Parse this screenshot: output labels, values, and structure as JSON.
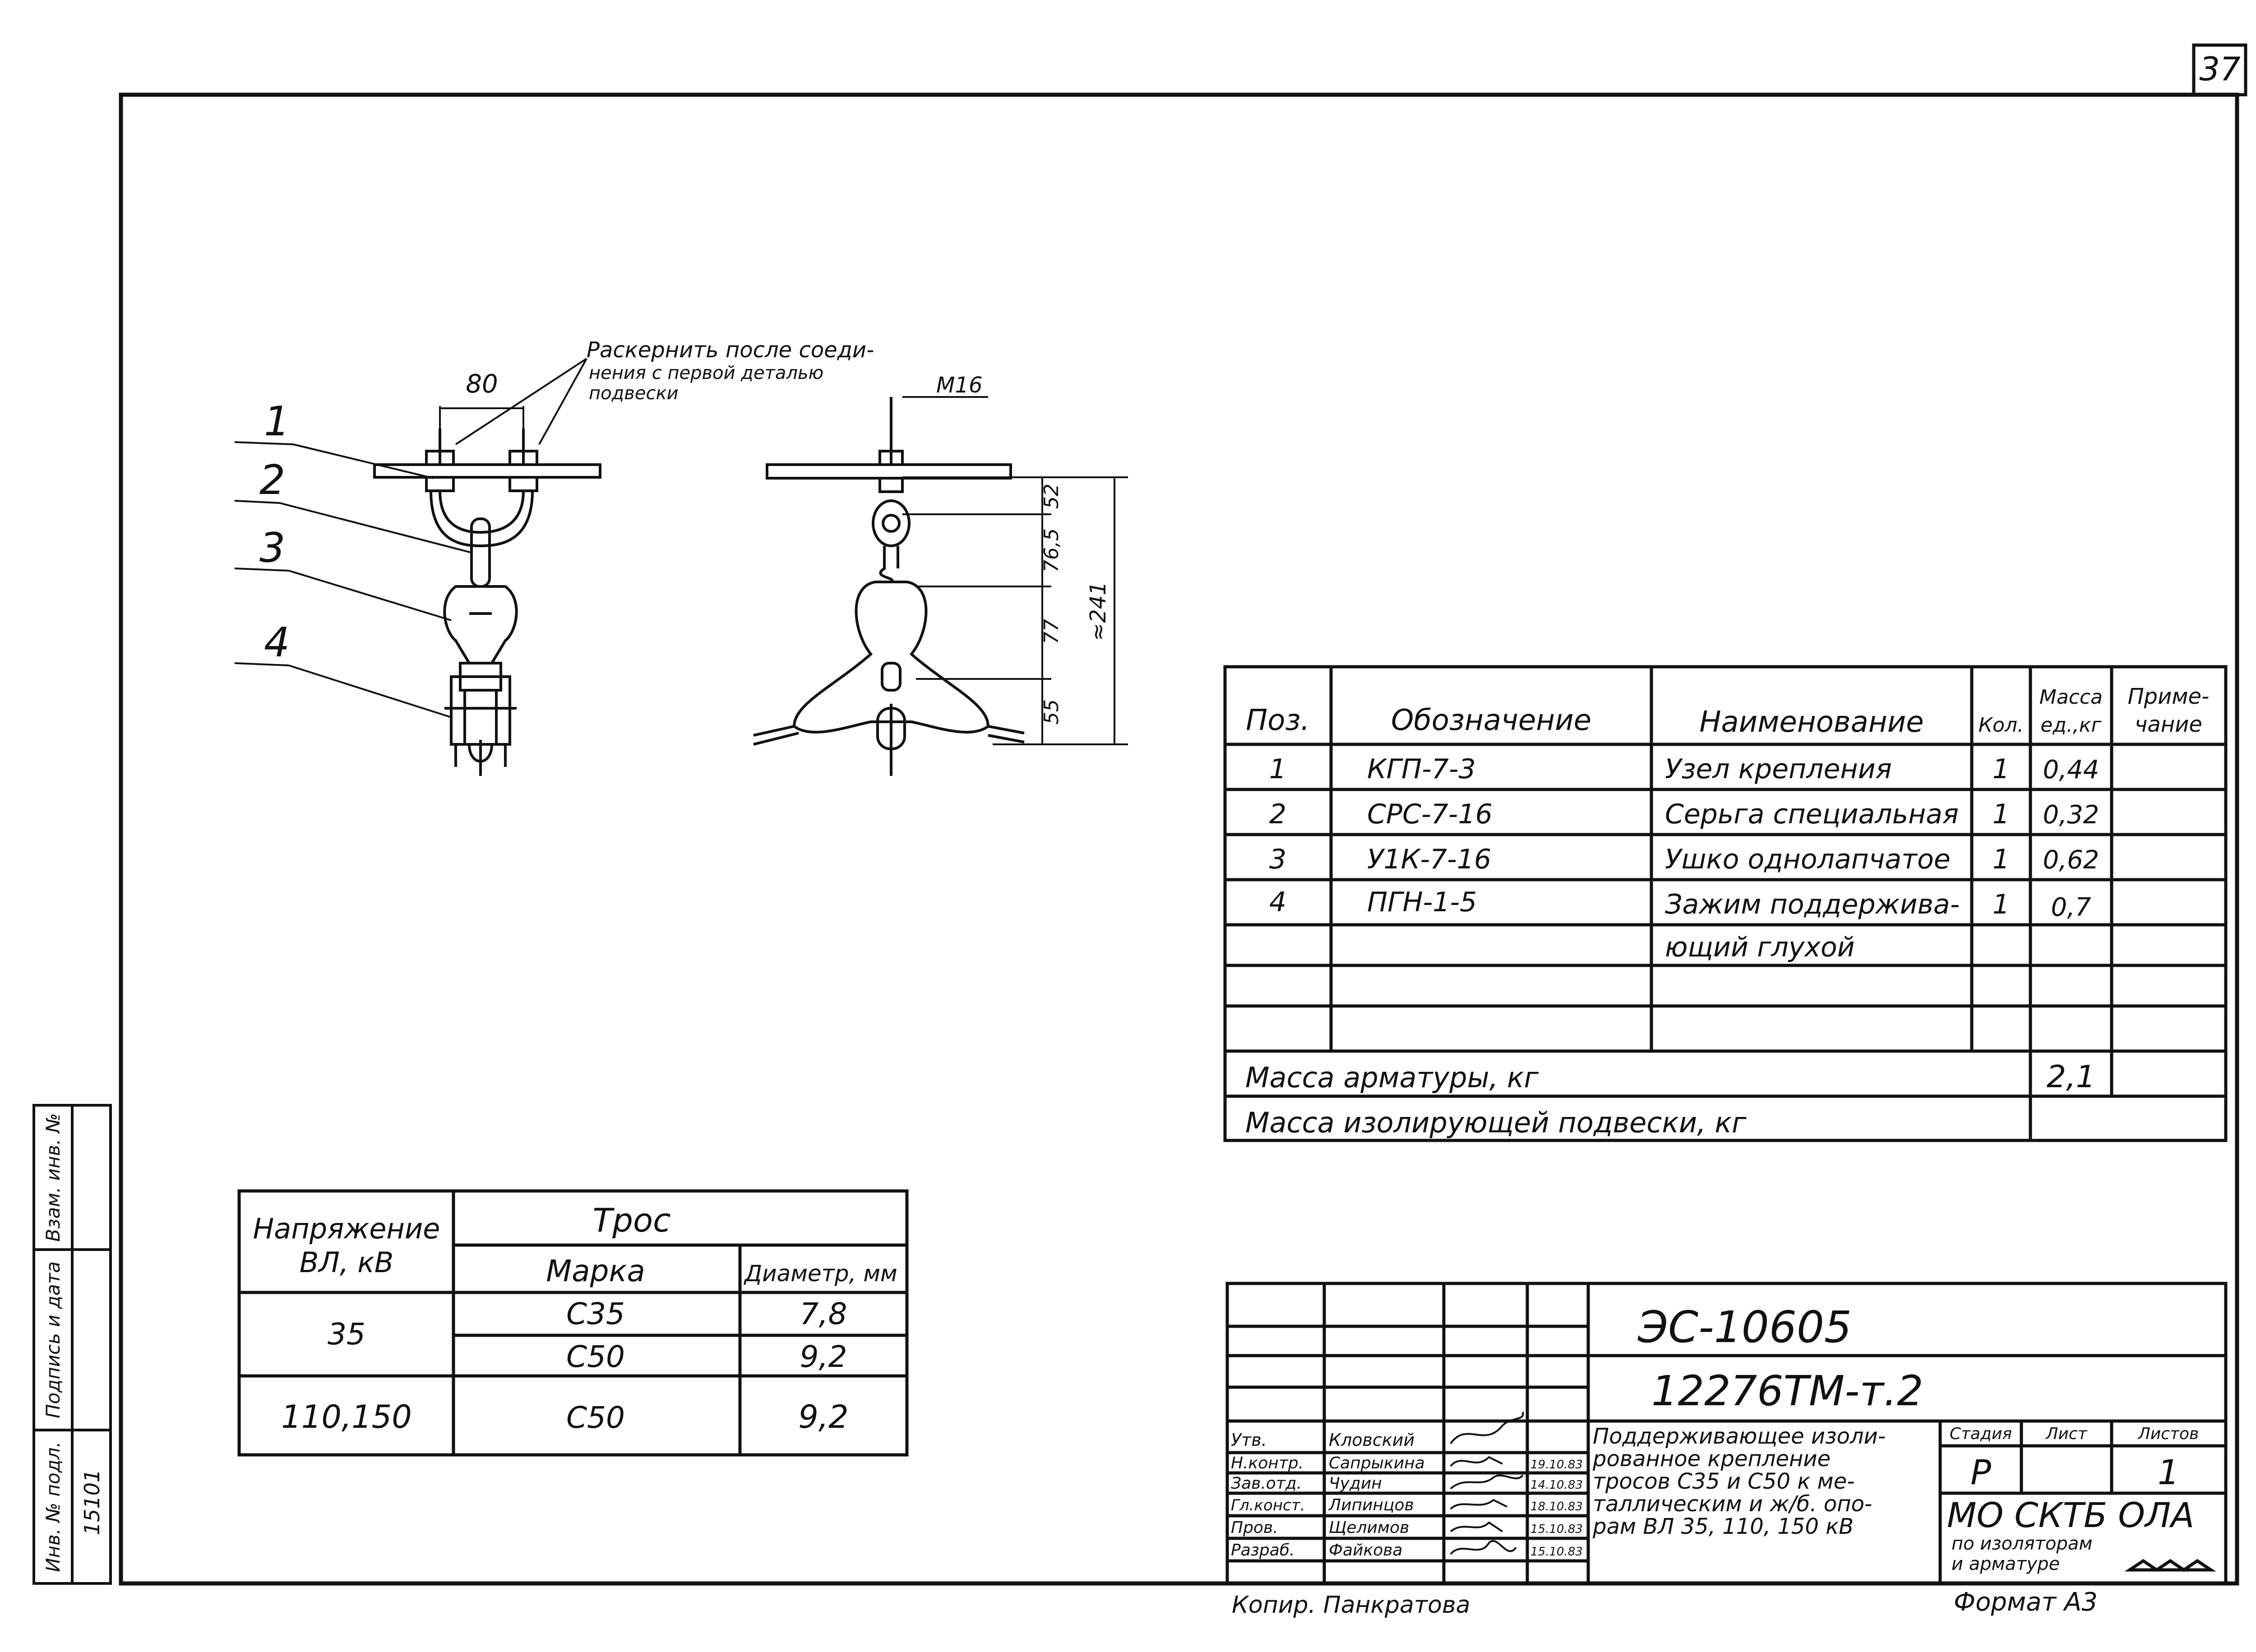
{
  "sheet_number": "37",
  "callouts": [
    "1",
    "2",
    "3",
    "4"
  ],
  "note": {
    "line1": "Раскернить после соеди-",
    "line2": "нения с первой деталью",
    "line3": "подвески"
  },
  "dims": {
    "width_80": "80",
    "thread": "М16",
    "d52": "52",
    "d765": "76,5",
    "d77": "77",
    "d55": "55",
    "total": "≈241"
  },
  "parts_table": {
    "headers": {
      "pos": "Поз.",
      "designation": "Обозначение",
      "name": "Наименование",
      "qty": "Кол.",
      "mass_l1": "Масса",
      "mass_l2": "ед.,кг",
      "note_l1": "Приме-",
      "note_l2": "чание"
    },
    "rows": [
      {
        "pos": "1",
        "designation": "КГП-7-3",
        "name": "Узел крепления",
        "qty": "1",
        "mass": "0,44"
      },
      {
        "pos": "2",
        "designation": "СРС-7-16",
        "name": "Серьга специальная",
        "qty": "1",
        "mass": "0,32"
      },
      {
        "pos": "3",
        "designation": "У1К-7-16",
        "name": "Ушко однолапчатое",
        "qty": "1",
        "mass": "0,62"
      },
      {
        "pos": "4",
        "designation": "ПГН-1-5",
        "name": "Зажим поддержива-",
        "qty": "1",
        "mass": "0,7"
      },
      {
        "pos": "",
        "designation": "",
        "name": "ющий глухой",
        "qty": "",
        "mass": ""
      }
    ],
    "mass_fittings_label": "Масса арматуры, кг",
    "mass_fittings_value": "2,1",
    "mass_insulating_label": "Масса изолирующей подвески, кг",
    "mass_insulating_value": ""
  },
  "cable_table": {
    "voltage_l1": "Напряжение",
    "voltage_l2": "ВЛ, кВ",
    "tros": "Трос",
    "marka": "Марка",
    "diameter": "Диаметр, мм",
    "rows": [
      {
        "voltage": "35",
        "marka": "С35",
        "diameter": "7,8"
      },
      {
        "voltage": "",
        "marka": "С50",
        "diameter": "9,2"
      },
      {
        "voltage": "110,150",
        "marka": "С50",
        "diameter": "9,2"
      }
    ]
  },
  "side_stamp": {
    "col1": "Инв. № подл.",
    "col2": "Подпись и дата",
    "col3": "Взам. инв. №",
    "inv_value": "15101"
  },
  "title_block": {
    "doc_code": "ЭС-10605",
    "doc_number": "12276ТМ-т.2",
    "title_lines": [
      "Поддерживающее изоли-",
      "рованное крепление",
      "тросов С35 и С50 к ме-",
      "таллическим и ж/б. опо-",
      "рам ВЛ 35, 110, 150 кВ"
    ],
    "stage_label": "Стадия",
    "sheet_label": "Лист",
    "sheets_label": "Листов",
    "stage": "Р",
    "sheets": "1",
    "org_l1": "МО СКТБ ОЛА",
    "org_l2": "по изоляторам",
    "org_l3": "и арматуре",
    "signers": [
      {
        "role": "Утв.",
        "name": "Кловский",
        "date": ""
      },
      {
        "role": "Н.контр.",
        "name": "Сапрыкина",
        "date": "19.10.83"
      },
      {
        "role": "Зав.отд.",
        "name": "Чудин",
        "date": "14.10.83"
      },
      {
        "role": "Гл.конст.",
        "name": "Липинцов",
        "date": "18.10.83"
      },
      {
        "role": "Пров.",
        "name": "Щелимов",
        "date": "15.10.83"
      },
      {
        "role": "Разраб.",
        "name": "Файкова",
        "date": "15.10.83"
      }
    ]
  },
  "copied_by": "Копир. Панкратова",
  "format": "Формат А3"
}
